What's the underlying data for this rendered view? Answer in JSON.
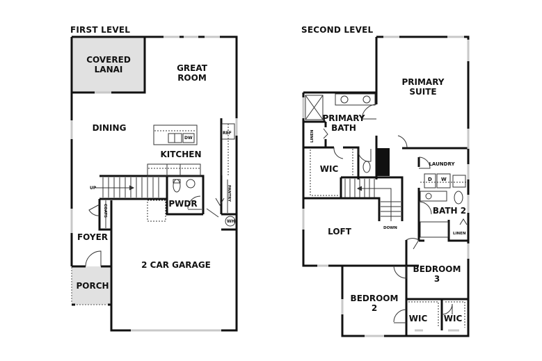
{
  "first_level": {
    "title": "FIRST LEVEL",
    "rooms": {
      "covered_lanai": "COVERED\nLANAI",
      "great_room": "GREAT\nROOM",
      "dining": "DINING",
      "kitchen": "KITCHEN",
      "pwdr": "PWDR",
      "foyer": "FOYER",
      "porch": "PORCH",
      "garage": "2 CAR GARAGE"
    },
    "fixtures": {
      "dishwasher": "DW",
      "refrigerator": "REF",
      "pantry": "PANTRY",
      "coats": "COATS",
      "water_heater": "WH",
      "stairs_up": "UP"
    }
  },
  "second_level": {
    "title": "SECOND LEVEL",
    "rooms": {
      "primary_suite": "PRIMARY\nSUITE",
      "primary_bath": "PRIMARY\nBATH",
      "wic_primary": "WIC",
      "laundry": "LAUNDRY",
      "bath2": "BATH 2",
      "loft": "LOFT",
      "bedroom3": "BEDROOM\n3",
      "bedroom2": "BEDROOM\n2",
      "wic_bed2": "WIC",
      "wic_bed3": "WIC"
    },
    "fixtures": {
      "linen_primary": "LINEN",
      "linen_bath2": "LINEN",
      "dryer": "D",
      "washer": "W",
      "stairs_down": "DOWN"
    }
  },
  "colors": {
    "wall": "#111111",
    "window": "#c8c8c8",
    "shaded_area": "#e1e1e1",
    "fixture_line": "#333333"
  }
}
